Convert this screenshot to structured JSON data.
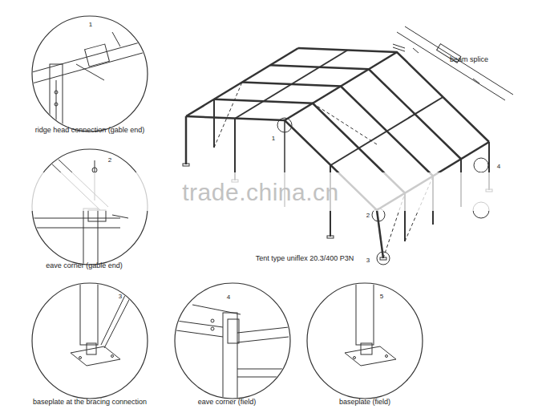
{
  "diagram": {
    "labels": [
      "1",
      "ridge head connection (gable end)",
      "2",
      "eave corner (gable end)",
      "3",
      "baseplate at the bracing connection",
      "4",
      "eave corner (field)",
      "5",
      "baseplate (field)",
      "trade.china.cn",
      "1",
      "beam splice",
      "4",
      "2",
      "Tent type uniflex 20.3/400 P3N",
      "3"
    ]
  }
}
